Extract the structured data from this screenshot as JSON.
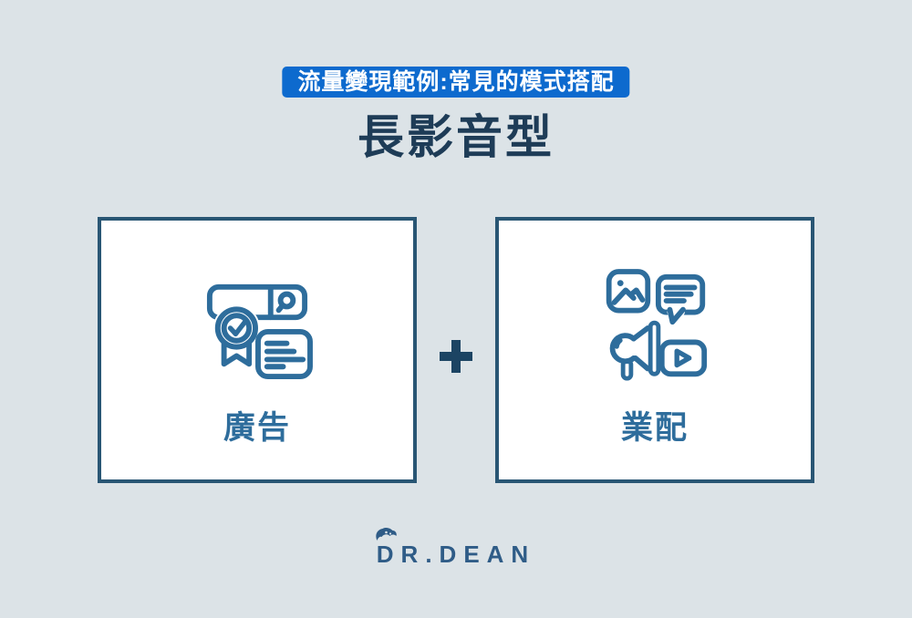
{
  "page": {
    "background": "#dce3e7"
  },
  "banner": {
    "label": "流量變現範例:常見的模式搭配",
    "background": "#0d6ace",
    "text_color": "#ffffff"
  },
  "title": {
    "text": "長影音型",
    "color": "#1e3c57"
  },
  "cards": [
    {
      "id": "ad",
      "label": "廣告",
      "icon": "certified-ad-search-icon"
    },
    {
      "id": "sponsored",
      "label": "業配",
      "icon": "sponsored-media-megaphone-icon"
    }
  ],
  "operator": {
    "symbol": "+",
    "color": "#1c4463"
  },
  "logo": {
    "text": "DR.DEAN",
    "color": "#2f5c87"
  },
  "colors": {
    "card_border": "#295674",
    "card_background": "#ffffff",
    "icon_stroke": "#2e6d9c",
    "label_text": "#2e6d9c"
  }
}
